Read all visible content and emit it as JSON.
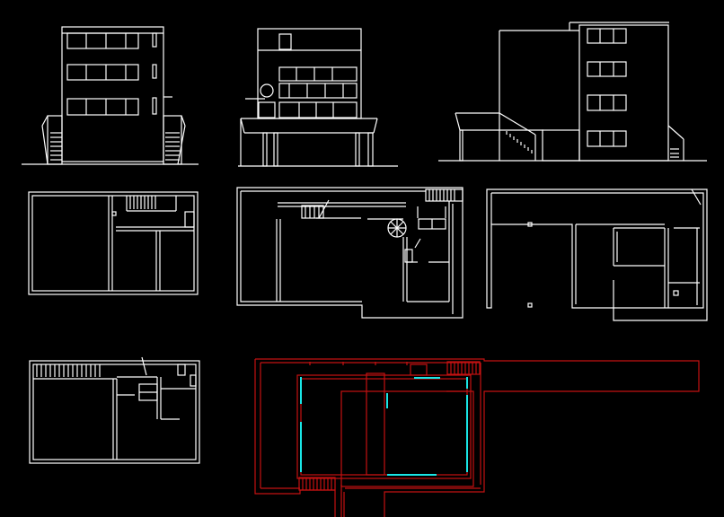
{
  "viewport": {
    "background": "#000000",
    "line_color_primary": "#ffffff",
    "line_color_site": "#c41212",
    "line_color_glazing": "#19e6e6"
  },
  "drawings": [
    {
      "id": "elevation-front",
      "kind": "elevation"
    },
    {
      "id": "elevation-pilotis",
      "kind": "elevation"
    },
    {
      "id": "elevation-side",
      "kind": "elevation"
    },
    {
      "id": "plan-ground-floor",
      "kind": "plan"
    },
    {
      "id": "plan-first-floor",
      "kind": "plan"
    },
    {
      "id": "plan-upper-floor",
      "kind": "plan"
    },
    {
      "id": "plan-second-floor",
      "kind": "plan"
    },
    {
      "id": "site-plan",
      "kind": "site-plan"
    }
  ]
}
